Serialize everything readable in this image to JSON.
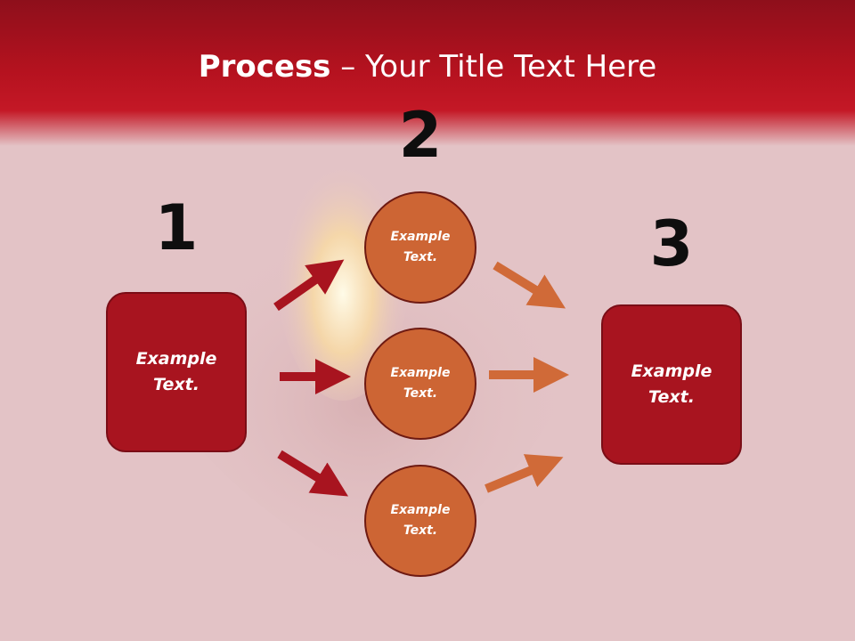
{
  "title": {
    "bold": "Process",
    "rest": " – Your Title Text Here"
  },
  "steps": [
    {
      "number": "1",
      "box": {
        "line1": "Example",
        "line2": "Text."
      }
    },
    {
      "number": "2",
      "circles": [
        {
          "line1": "Example",
          "line2": "Text."
        },
        {
          "line1": "Example",
          "line2": "Text."
        },
        {
          "line1": "Example",
          "line2": "Text."
        }
      ]
    },
    {
      "number": "3",
      "box": {
        "line1": "Example",
        "line2": "Text."
      }
    }
  ],
  "colors": {
    "header_red": "#c41826",
    "box_fill": "#a8141f",
    "circle_fill": "#cd6534",
    "arrow_left": "#a8141f",
    "arrow_right": "#d06a38"
  }
}
